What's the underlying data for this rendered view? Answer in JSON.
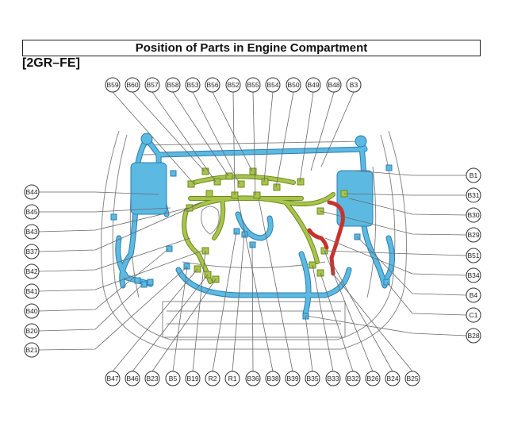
{
  "header": {
    "title": "Position of Parts in Engine Compartment",
    "subtitle": "[2GR–FE]"
  },
  "colors": {
    "blue_harness": "#5cb9e2",
    "blue_outline": "#2b7fb2",
    "green_harness": "#a9c44c",
    "green_outline": "#6e8a1e",
    "red_harness": "#c8322e",
    "leader_line": "#6a6a6a",
    "body_outline": "#8a8a8a"
  },
  "callouts": {
    "top": [
      "B59",
      "B60",
      "B57",
      "B58",
      "B53",
      "B56",
      "B52",
      "B55",
      "B54",
      "B50",
      "B49",
      "B48",
      "B3"
    ],
    "left": [
      "B44",
      "B45",
      "B43",
      "B37",
      "B42",
      "B41",
      "B40",
      "B20",
      "B21"
    ],
    "right": [
      "B1",
      "B31",
      "B30",
      "B29",
      "B51",
      "B34",
      "B4",
      "C1",
      "B28"
    ],
    "bottom": [
      "B47",
      "B46",
      "B23",
      "B5",
      "B19",
      "R2",
      "R1",
      "B36",
      "B38",
      "B39",
      "B35",
      "B33",
      "B32",
      "B26",
      "B24",
      "B25"
    ]
  }
}
